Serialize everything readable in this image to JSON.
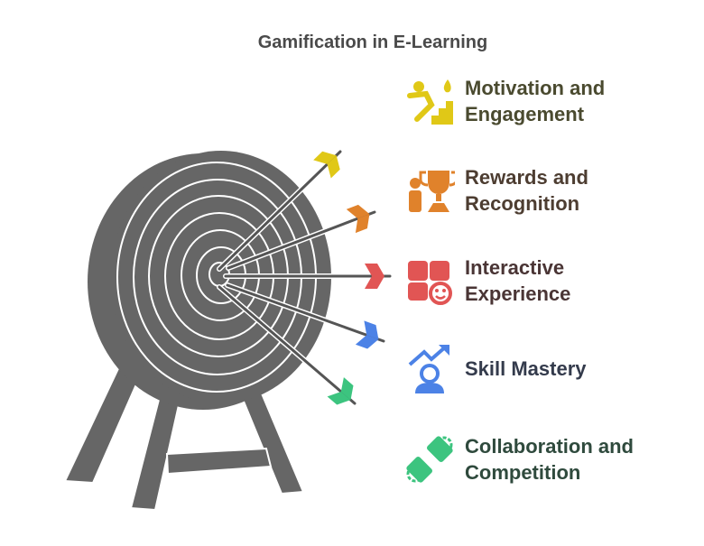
{
  "title": "Gamification in E-Learning",
  "items": [
    {
      "line1": "Motivation and",
      "line2": "Engagement",
      "color": "#E0C817",
      "text_color": "#4a4a2f",
      "icon": "stairs-runner-icon"
    },
    {
      "line1": "Rewards and",
      "line2": "Recognition",
      "color": "#E0822B",
      "text_color": "#4d3d31",
      "icon": "trophy-person-icon"
    },
    {
      "line1": "Interactive",
      "line2": "Experience",
      "color": "#E15554",
      "text_color": "#4a3535",
      "icon": "puzzle-smile-icon"
    },
    {
      "line1": "Skill Mastery",
      "line2": "",
      "color": "#4C82E6",
      "text_color": "#343b4c",
      "icon": "growth-person-icon"
    },
    {
      "line1": "Collaboration and",
      "line2": "Competition",
      "color": "#3CC47F",
      "text_color": "#2f4a3d",
      "icon": "gears-collaboration-icon"
    }
  ]
}
